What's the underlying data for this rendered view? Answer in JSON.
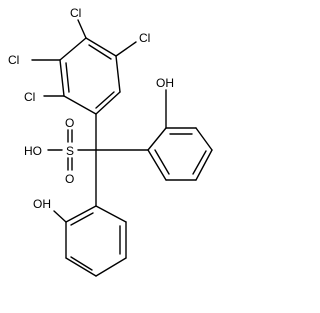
{
  "structure": {
    "labels": {
      "cl_top": "Cl",
      "cl_right": "Cl",
      "cl_left": "Cl",
      "cl_lower": "Cl",
      "oh_right": "OH",
      "oh_lower": "OH",
      "ho_sulfo": "HO",
      "s": "S",
      "o_up": "O",
      "o_down": "O"
    },
    "colors": {
      "bond": "#000000",
      "text": "#000000",
      "background": "#ffffff"
    }
  }
}
